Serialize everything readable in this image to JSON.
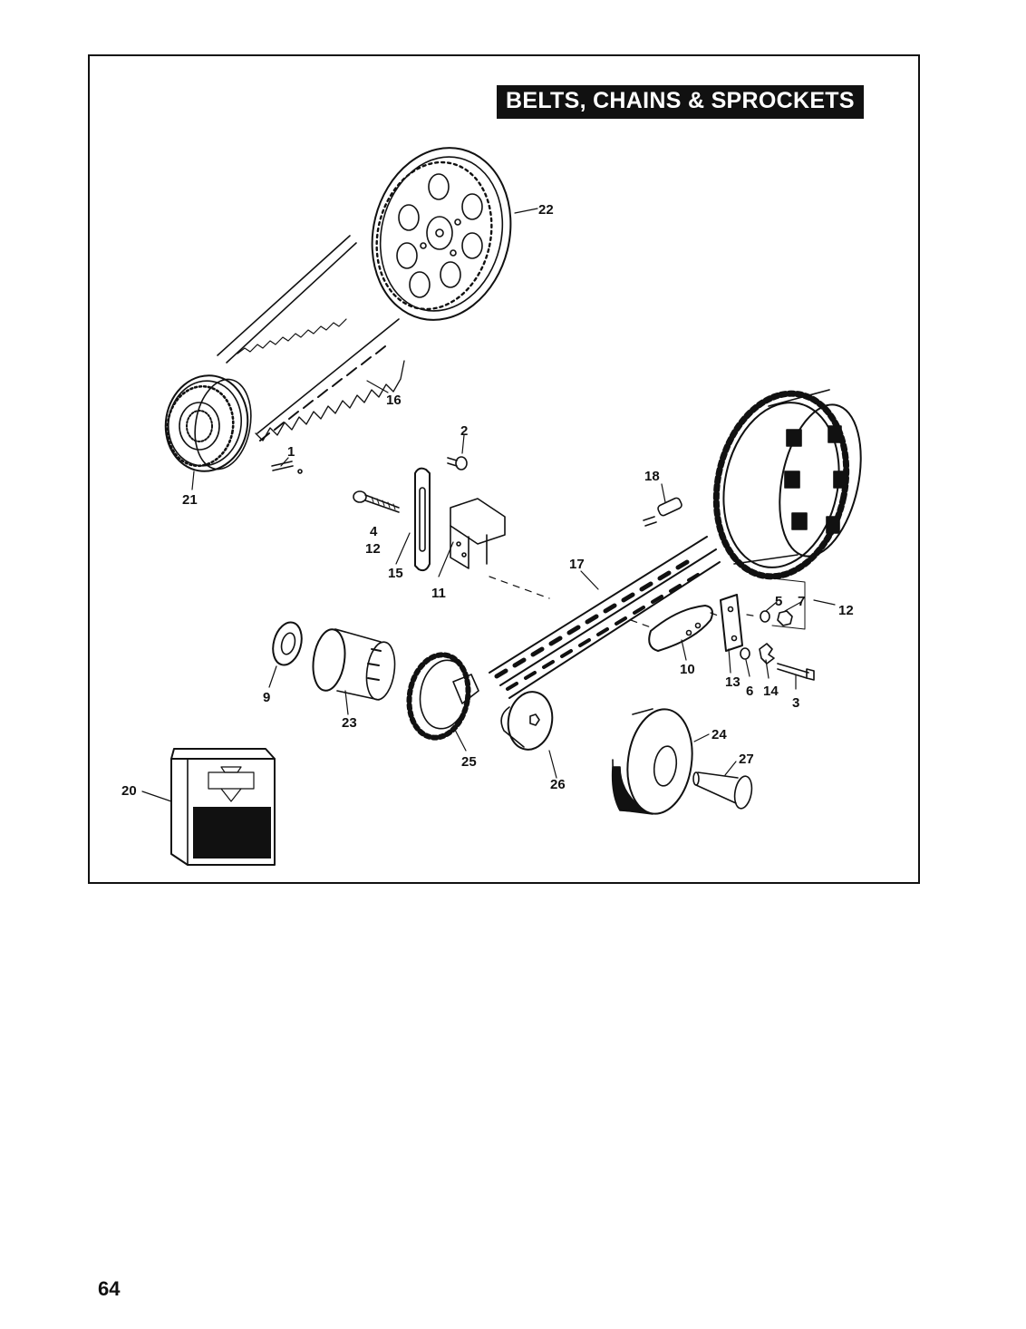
{
  "section_title": "BELTS, CHAINS & SPROCKETS",
  "page_number": "64",
  "callouts": {
    "c1": "1",
    "c2": "2",
    "c3": "3",
    "c4": "4",
    "c5": "5",
    "c6": "6",
    "c7": "7",
    "c9": "9",
    "c10": "10",
    "c11": "11",
    "c12a": "12",
    "c12b": "12",
    "c13": "13",
    "c14": "14",
    "c15": "15",
    "c16": "16",
    "c17": "17",
    "c18": "18",
    "c20": "20",
    "c21": "21",
    "c22": "22",
    "c23": "23",
    "c24": "24",
    "c25": "25",
    "c26": "26",
    "c27": "27"
  }
}
